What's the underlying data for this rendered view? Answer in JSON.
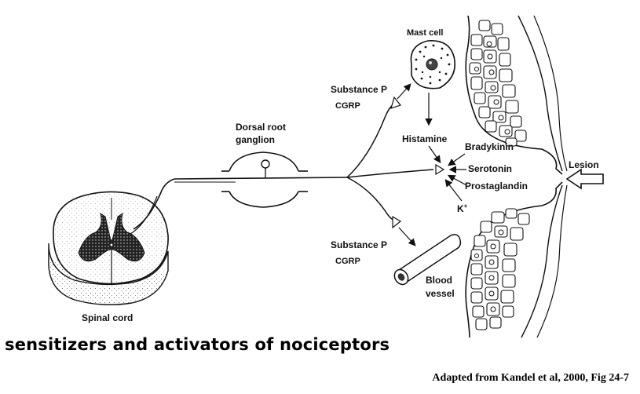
{
  "labels": {
    "mast_cell": "Mast cell",
    "substance_p_top": "Substance P",
    "cgrp_top": "CGRP",
    "dorsal_root_line1": "Dorsal root",
    "dorsal_root_line2": "ganglion",
    "histamine": "Histamine",
    "bradykinin": "Bradykinin",
    "serotonin": "Serotonin",
    "prostaglandin": "Prostaglandin",
    "potassium": "K",
    "potassium_charge": "+",
    "lesion": "Lesion",
    "substance_p_bottom": "Substance P",
    "cgrp_bottom": "CGRP",
    "blood_vessel_line1": "Blood",
    "blood_vessel_line2": "vessel",
    "spinal_cord": "Spinal cord"
  },
  "caption": "sensitizers and activators of nociceptors",
  "credit": "Adapted from Kandel et al, 2000, Fig 24-7"
}
